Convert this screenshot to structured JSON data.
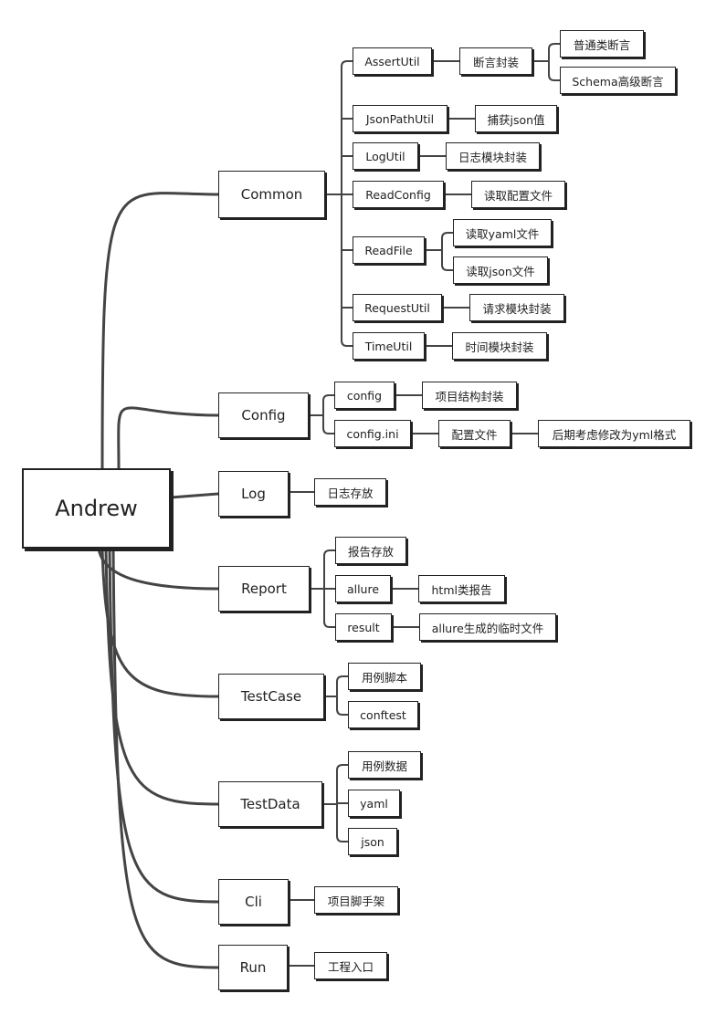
{
  "root": {
    "label": "Andrew"
  },
  "branches": {
    "common": {
      "label": "Common",
      "children": {
        "assertutil": {
          "label": "AssertUtil",
          "child": {
            "label": "断言封装",
            "children": [
              "普通类断言",
              "Schema高级断言"
            ]
          }
        },
        "jsonpathutil": {
          "label": "JsonPathUtil",
          "child": "捕获json值"
        },
        "logutil": {
          "label": "LogUtil",
          "child": "日志模块封装"
        },
        "readconfig": {
          "label": "ReadConfig",
          "child": "读取配置文件"
        },
        "readfile": {
          "label": "ReadFile",
          "children": [
            "读取yaml文件",
            "读取json文件"
          ]
        },
        "requestutil": {
          "label": "RequestUtil",
          "child": "请求模块封装"
        },
        "timeutil": {
          "label": "TimeUtil",
          "child": "时间模块封装"
        }
      }
    },
    "config": {
      "label": "Config",
      "children": {
        "config": {
          "label": "config",
          "child": "项目结构封装"
        },
        "configini": {
          "label": "config.ini",
          "child": {
            "label": "配置文件",
            "child": "后期考虑修改为yml格式"
          }
        }
      }
    },
    "log": {
      "label": "Log",
      "child": "日志存放"
    },
    "report": {
      "label": "Report",
      "children": {
        "store": {
          "label": "报告存放"
        },
        "allure": {
          "label": "allure",
          "child": "html类报告"
        },
        "result": {
          "label": "result",
          "child": "allure生成的临时文件"
        }
      }
    },
    "testcase": {
      "label": "TestCase",
      "children": [
        "用例脚本",
        "conftest"
      ]
    },
    "testdata": {
      "label": "TestData",
      "children": [
        "用例数据",
        "yaml",
        "json"
      ]
    },
    "cli": {
      "label": "Cli",
      "child": "项目脚手架"
    },
    "run": {
      "label": "Run",
      "child": "工程入口"
    }
  },
  "style": {
    "line_color": "#444444",
    "box_border": "#222222",
    "background": "#ffffff"
  }
}
